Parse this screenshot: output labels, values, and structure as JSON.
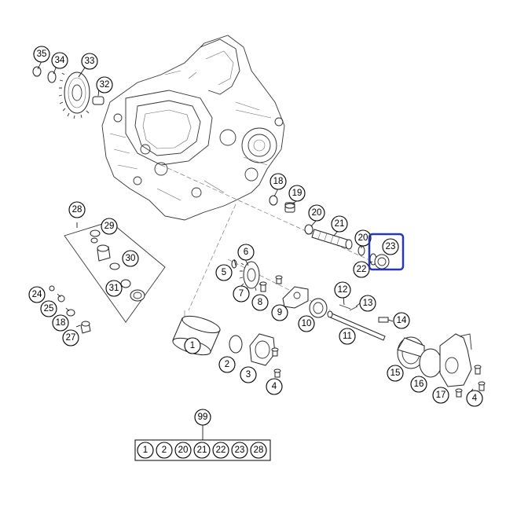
{
  "callouts": {
    "c1": "1",
    "c2": "2",
    "c3": "3",
    "c4a": "4",
    "c4b": "4",
    "c5": "5",
    "c6": "6",
    "c7": "7",
    "c8": "8",
    "c9": "9",
    "c10": "10",
    "c11": "11",
    "c12": "12",
    "c13": "13",
    "c14": "14",
    "c15": "15",
    "c16": "16",
    "c17": "17",
    "c18a": "18",
    "c18b": "18",
    "c19": "19",
    "c20a": "20",
    "c20b": "20",
    "c21": "21",
    "c22": "22",
    "c23": "23",
    "c24": "24",
    "c25": "25",
    "c27": "27",
    "c28": "28",
    "c29": "29",
    "c30": "30",
    "c31": "31",
    "c32": "32",
    "c33": "33",
    "c34": "34",
    "c35": "35",
    "c99": "99"
  },
  "kit": {
    "label": "99",
    "items": [
      "1",
      "2",
      "20",
      "21",
      "22",
      "23",
      "28"
    ]
  },
  "highlight": {
    "part": "23",
    "color": "#2a35b0"
  }
}
